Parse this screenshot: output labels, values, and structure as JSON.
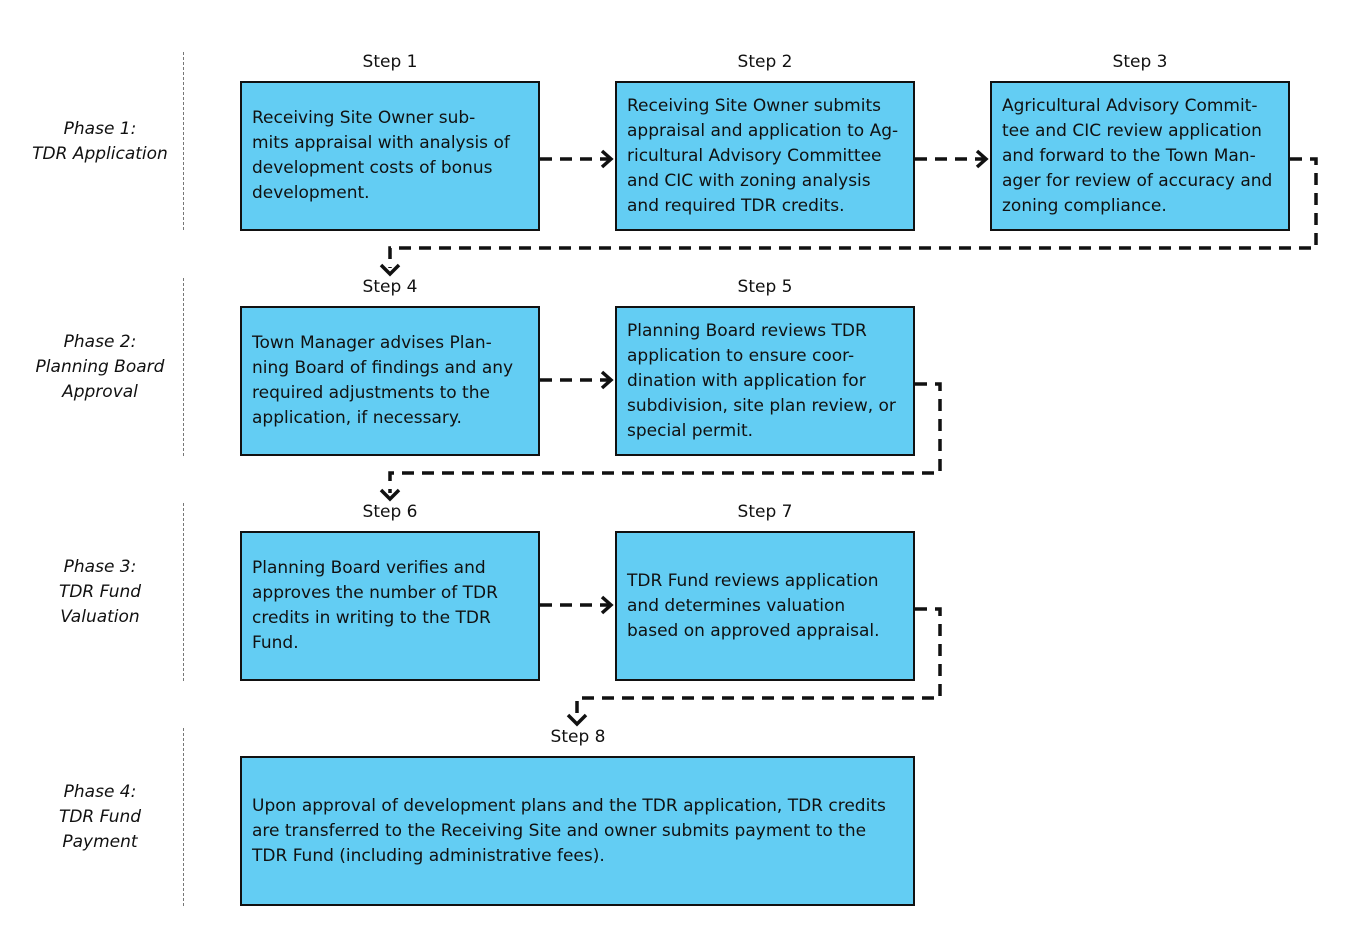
{
  "phases": [
    {
      "lines": [
        "Phase 1:",
        "TDR Application"
      ]
    },
    {
      "lines": [
        "Phase 2:",
        "Planning Board",
        "Approval"
      ]
    },
    {
      "lines": [
        "Phase 3:",
        "TDR Fund",
        "Valuation"
      ]
    },
    {
      "lines": [
        "Phase 4:",
        "TDR Fund",
        "Payment"
      ]
    }
  ],
  "steps": [
    {
      "label": "Step 1",
      "text": "Receiving Site Owner sub-\nmits appraisal with analysis of\ndevelopment costs of bonus\ndevelopment."
    },
    {
      "label": "Step 2",
      "text": "Receiving Site Owner submits\nappraisal and application to Ag-\nricultural Advisory Committee\nand CIC with zoning analysis\nand required TDR credits."
    },
    {
      "label": "Step 3",
      "text": "Agricultural Advisory Commit-\ntee and CIC review application\nand forward to the Town Man-\nager for review of accuracy and\nzoning compliance."
    },
    {
      "label": "Step 4",
      "text": "Town Manager advises Plan-\nning Board of findings and any\nrequired adjustments to the\napplication, if necessary."
    },
    {
      "label": "Step 5",
      "text": "Planning Board reviews TDR\napplication to ensure coor-\ndination with application for\nsubdivision, site plan review, or\nspecial permit."
    },
    {
      "label": "Step 6",
      "text": "Planning Board verifies and\napproves the number of TDR\ncredits in writing to the TDR\nFund."
    },
    {
      "label": "Step 7",
      "text": "TDR Fund reviews application\nand determines valuation\nbased on approved appraisal."
    },
    {
      "label": "Step 8",
      "text": "Upon approval of development plans and the TDR application, TDR credits\nare transferred to the Receiving Site and owner submits payment to the\nTDR Fund (including administrative fees)."
    }
  ],
  "colors": {
    "box_fill": "#63cdf3",
    "border": "#111111",
    "divider": "#777777"
  }
}
